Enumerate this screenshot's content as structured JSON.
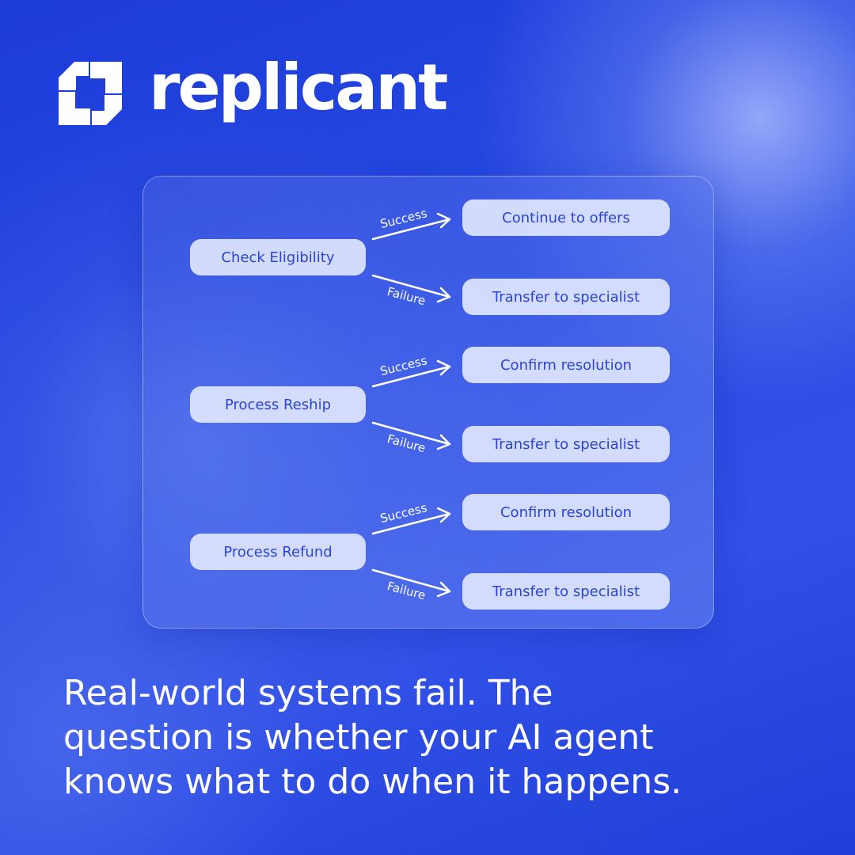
{
  "brand": {
    "name": "replicant",
    "icon": "replicant-logo-icon"
  },
  "flow": [
    {
      "source": "Check Eligibility",
      "success_label": "Success",
      "success_target": "Continue to offers",
      "failure_label": "Failure",
      "failure_target": "Transfer to specialist"
    },
    {
      "source": "Process Reship",
      "success_label": "Success",
      "success_target": "Confirm resolution",
      "failure_label": "Failure",
      "failure_target": "Transfer to specialist"
    },
    {
      "source": "Process Refund",
      "success_label": "Success",
      "success_target": "Confirm resolution",
      "failure_label": "Failure",
      "failure_target": "Transfer to specialist"
    }
  ],
  "caption": {
    "lines": [
      "Real-world systems fail. The",
      "question is whether your AI agent",
      "knows what to do when it happens."
    ]
  },
  "colors": {
    "background": "#2a4ce3",
    "pill_fill": "#dfe5ff",
    "pill_text": "#2c44d6",
    "text": "#ffffff"
  }
}
